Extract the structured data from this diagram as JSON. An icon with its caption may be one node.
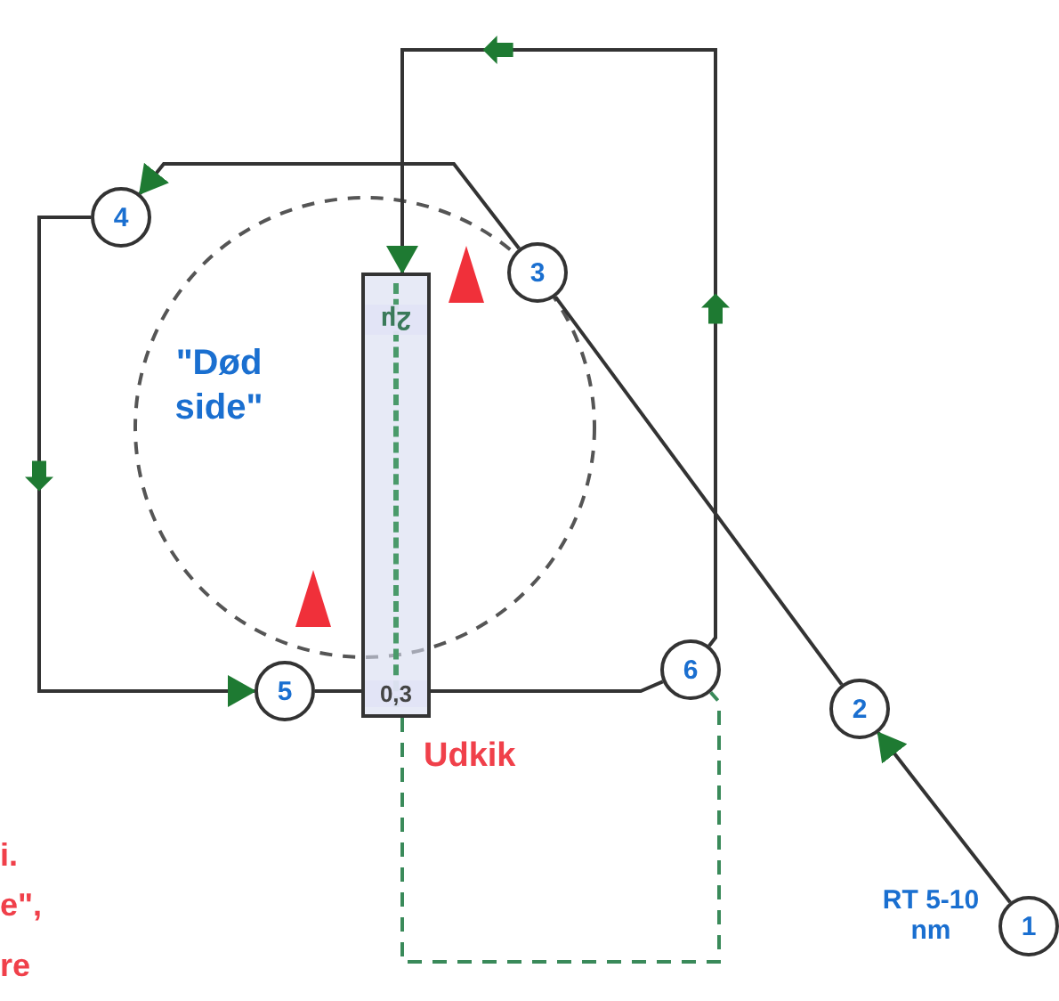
{
  "diagram": {
    "nodes": [
      {
        "text": [
          "1"
        ],
        "beside": [
          "RT 5-10 nm"
        ]
      },
      {
        "text": [
          "2"
        ]
      },
      {
        "text": [
          "3"
        ]
      },
      {
        "text": [
          "4"
        ]
      },
      {
        "text": [
          "5"
        ]
      },
      {
        "text": [
          "6"
        ]
      },
      {
        "text": [
          "2µ",
          "0,3"
        ]
      }
    ],
    "edges": [
      {
        "from": 0,
        "to": 1,
        "arrow": "to"
      },
      {
        "from": 1,
        "to": 2,
        "arrow": "none"
      },
      {
        "from": 2,
        "to": 3,
        "arrow": "to"
      },
      {
        "from": 3,
        "to": 4,
        "arrow": "to"
      },
      {
        "from": 4,
        "to": 6,
        "arrow": "none"
      },
      {
        "from": 6,
        "to": 5,
        "arrow": "none"
      },
      {
        "from": 5,
        "to": 6,
        "arrow": "to"
      },
      {
        "from": 6,
        "to": 5,
        "arrow": "none",
        "style": "dashed",
        "color": "#3a8a5a"
      }
    ],
    "labels": [
      "\"Død side\"",
      "Udkik",
      "i.",
      "e\",",
      "re"
    ]
  }
}
